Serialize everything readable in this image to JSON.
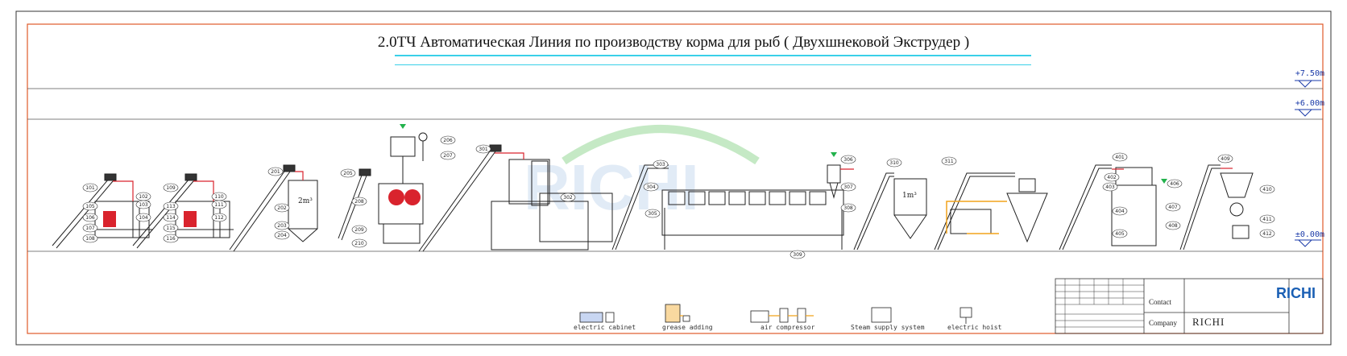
{
  "title": "2.0ТЧ Автоматическая Линия по производству корма для рыб ( Двухшнековой Экструдер )",
  "elevations": [
    "+7.50m",
    "+6.00m",
    "±0.00m"
  ],
  "legend": [
    "electric cabinet",
    "grease adding",
    "air compressor",
    "Steam supply system",
    "electric hoist"
  ],
  "title_block": {
    "contact_label": "Contact",
    "company_label": "Company",
    "company_value": "RICHI",
    "logo_text": "RICHI"
  },
  "watermark": "RICHI",
  "volume_labels": [
    "2m³",
    "1m³"
  ],
  "callouts": [
    "101",
    "102",
    "103",
    "104",
    "105",
    "106",
    "107",
    "108",
    "109",
    "110",
    "111",
    "112",
    "113",
    "114",
    "115",
    "116",
    "201",
    "202",
    "203",
    "204",
    "205",
    "206",
    "207",
    "208",
    "209",
    "210",
    "301",
    "302",
    "303",
    "304",
    "305",
    "306",
    "307",
    "308",
    "309",
    "310",
    "311",
    "401",
    "402",
    "403",
    "404",
    "405",
    "406",
    "407",
    "408",
    "409",
    "410",
    "411",
    "412"
  ],
  "colors": {
    "border": "#e05a2a",
    "elevation": "#1a3aa8",
    "title_rule": "#3ad0e8",
    "conveyor_red": "#d9232d",
    "pipe_orange": "#f2a31b",
    "fan_green": "#22b24c",
    "watermark": "#7fcf7f"
  }
}
